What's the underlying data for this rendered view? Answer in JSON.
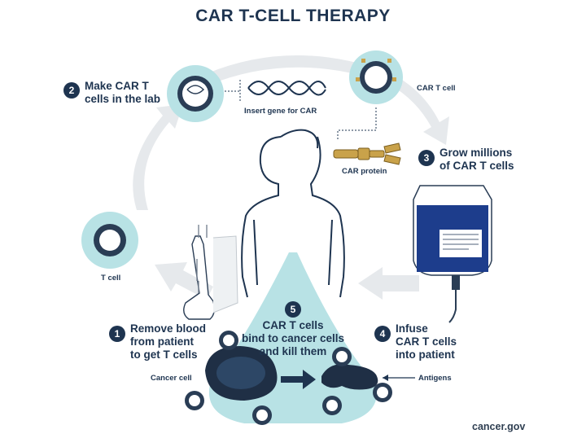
{
  "title": "CAR T-CELL THERAPY",
  "steps": [
    {
      "number": "1",
      "line1": "Remove blood",
      "line2": "from patient",
      "line3": "to get T cells"
    },
    {
      "number": "2",
      "line1": "Make CAR T",
      "line2": "cells in the lab"
    },
    {
      "number": "3",
      "line1": "Grow millions",
      "line2": "of CAR T cells"
    },
    {
      "number": "4",
      "line1": "Infuse",
      "line2": "CAR T cells",
      "line3": "into patient"
    },
    {
      "number": "5",
      "line1": "CAR T cells",
      "line2": "bind to cancer cells",
      "line3": "and kill them"
    }
  ],
  "labels": {
    "insert_gene": "Insert gene for CAR",
    "car_t_cell": "CAR T cell",
    "car_protein": "CAR protein",
    "t_cell": "T cell",
    "cancer_cell": "Cancer cell",
    "antigens": "Antigens"
  },
  "credit": "cancer.gov",
  "colors": {
    "navy": "#1e3450",
    "teal_light": "#b8e2e5",
    "teal_mid": "#8fd0d6",
    "arrow_gray": "#e6e9ec",
    "bag_blue": "#1d3d8c",
    "protein_gold": "#c9a24a"
  }
}
